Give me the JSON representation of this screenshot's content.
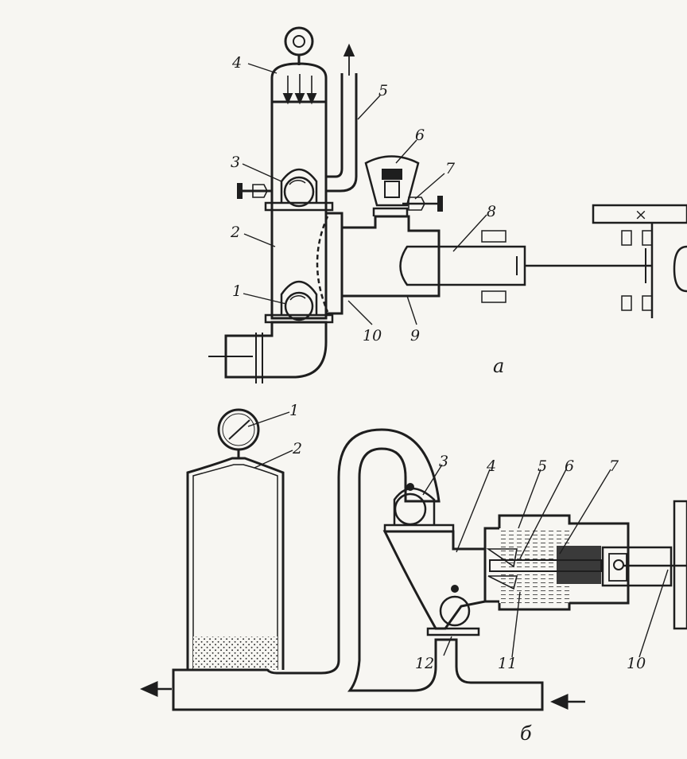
{
  "diagram": {
    "upper": {
      "caption": "а",
      "labels": [
        "4",
        "5",
        "6",
        "3",
        "7",
        "2",
        "8",
        "1",
        "10",
        "9"
      ]
    },
    "lower": {
      "caption": "б",
      "labels": [
        "1",
        "2",
        "3",
        "4",
        "5",
        "6",
        "7",
        "12",
        "11",
        "10"
      ]
    }
  },
  "colors": {
    "ink": "#1e1e1e",
    "paper": "#f7f6f2",
    "fluid_dots": "#2a2a2a"
  }
}
